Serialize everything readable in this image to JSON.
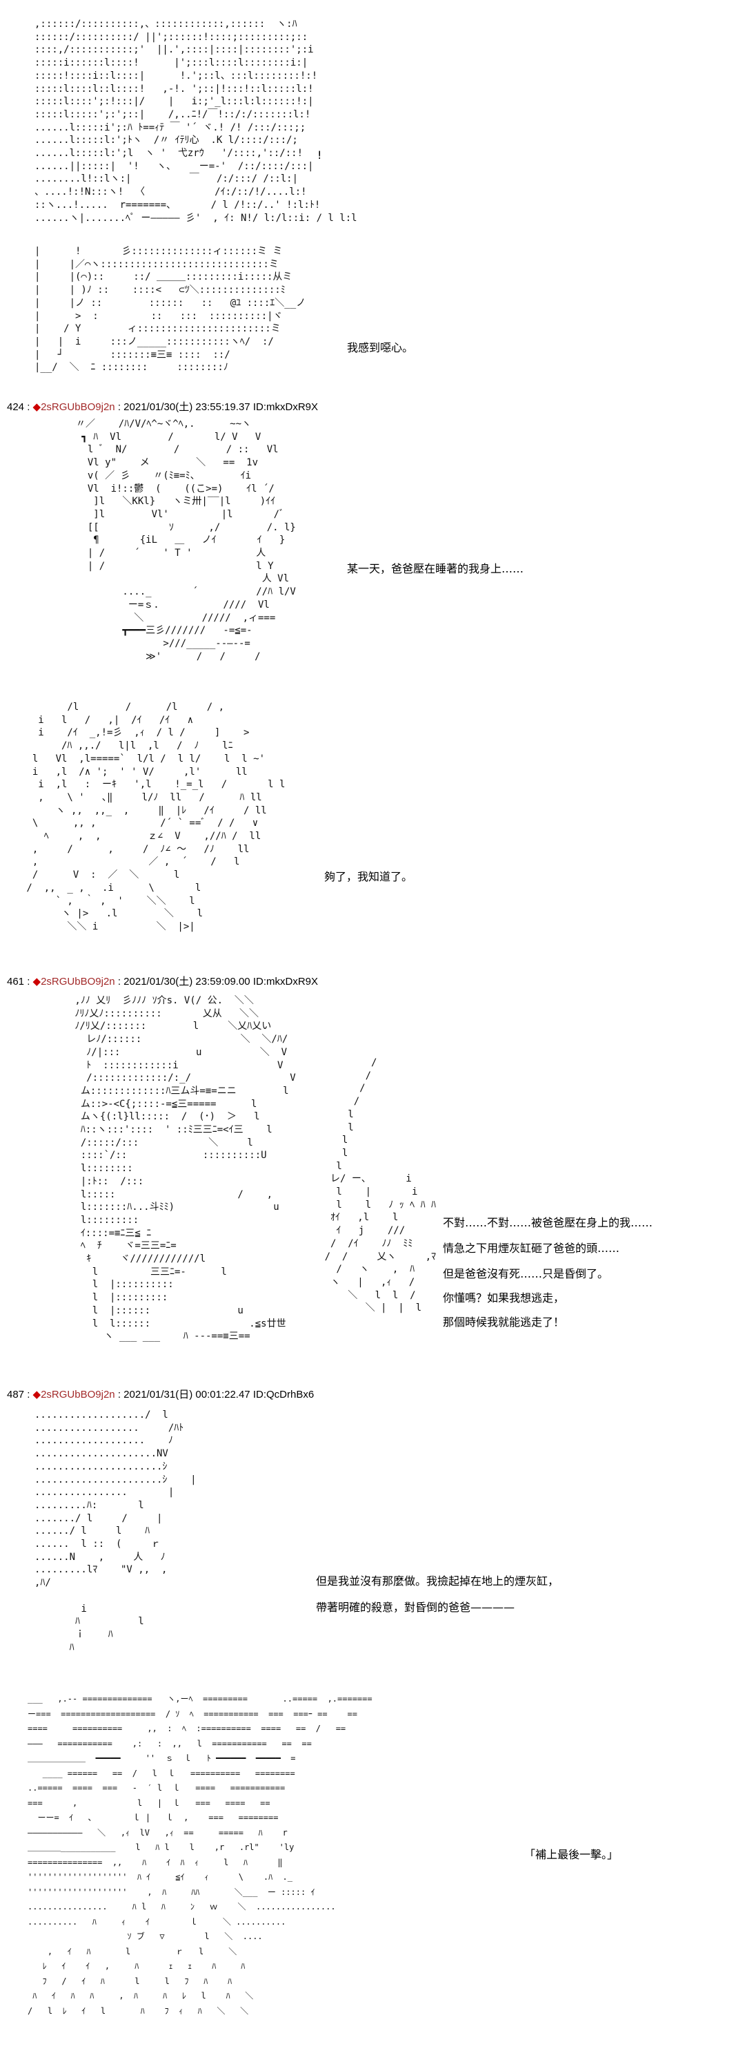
{
  "posts": [
    {
      "number": "424",
      "name": "2sRGUbBO9j2n",
      "date": "2021/01/30(土) 23:55:19.37",
      "id": "ID:mkxDxR9X"
    },
    {
      "number": "461",
      "name": "2sRGUbBO9j2n",
      "date": "2021/01/30(土) 23:59:09.00",
      "id": "ID:mkxDxR9X"
    },
    {
      "number": "487",
      "name": "2sRGUbBO9j2n",
      "date": "2021/01/31(日) 00:01:22.47",
      "id": "ID:QcDrhBx6"
    }
  ],
  "separator": " : ",
  "diamond": "◆",
  "lines": {
    "exclaim": "!",
    "disgusted": "我感到噁心。",
    "one_day": "某一天，爸爸壓在睡著的我身上……",
    "enough": "夠了，我知道了。",
    "p461": [
      "不對……不對……被爸爸壓在身上的我……",
      "情急之下用煙灰缸砸了爸爸的頭……",
      "但是爸爸沒有死……只是昏倒了。",
      "你懂嗎？如果我想逃走，",
      "那個時候我就能逃走了！"
    ],
    "p487": [
      "但是我並沒有那麼做。我撿起掉在地上的煙灰缸，",
      "帶著明確的殺意，對昏倒的爸爸————"
    ],
    "final": "「補上最後一擊。」"
  },
  "art": {
    "a1": [
      ",::::::/::::::::::,、::::::::::::,::::::  ヽ:ﾊ",
      "::::::/::::::::::/ ||';::::::!::::;:::::::::;::",
      "::::,/:::::::::::;'  ||.',::::|::::|::::::::';:i",
      ":::::i::::::l::::!      |';:::l::::l::::::::i:|",
      ":::::!::::i::l::::|      !.';::l、:::l::::::::!:!",
      ":::::l::::l::l::::!   ,-!. ';::|!:::!::l:::::l:!",
      ":::::l::::';:!:::|/    |   i:;'_l:::l:l::::::!:|",
      ":::::l:::::';:';::|    /,..ﾆ!/￣!::/:/:::::::l:!",
      "......l:::::i';:ﾊ ﾄ==ｨﾃ ￣ '´ ヾ.! /! /:::/:::;;",
      "......l:::::l:';ﾄヽ  /〃 ｲﾃﾘ心  .K l/::::/:::/;",
      "......l:::::l:';l  ヽ '  弋zrｳ   '/::::,'::/::!",
      "......||:::::|  '!   ヽ、    ー=-'  /::/::::/:::|",
      "........l!::lヽ:|          ￣   /:/:::/ /::l:|",
      "、....!:!N:::ヽ!  〈            /ｲ:/::/!/....l:!",
      "::ヽ...!.....  r=======、      / l /!::/..' !:l:ﾄ!",
      "......ヽ|.......ﾍﾟ ー――――― 彡'  , ｲ: N!/ l:/l::i: / l l:l"
    ],
    "a2": [
      "|      !       彡::::::::::::::ィ::::::ミ ミ",
      "|     |／⌒ヽ:::::::::::::::::::::::::::::ミ",
      "|     |(⌒)::     ::/ ＿＿＿:::::::::i:::::从ミ",
      "|     | )ﾉ ::    ::::<   ⊂ﾂ＼::::::::::::::ﾐ",
      "|     |ノ ::        ::::::   ::   @ﾕ ::::ｴ＼__ノ",
      "|      >  :         ::   :::  ::::::::::|ヾ",
      "|    / Y        ィ:::::::::::::::::::::::ミ",
      "|   |  i     :::ノ_____:::::::::::ヽﾍ/  :/",
      "|   ┘        :::::::≡三≡ ::::  ::/",
      "|__/  ＼  ﾆ ::::::::     ::::::::ﾉ"
    ],
    "a3": [
      "〃／    /ﾊ/V/ﾍ^~ヾ^ﾍ,.      ~~ヽ",
      " ┓ ﾊ  Vl        /       l/ V   V",
      "  l ﾞ  N/        /        / ::   Vl",
      "  Vl y\"    メ        ＼   ==  1v",
      "  v( ／ 彡    〃(ﾐ≡=ﾐ、       ｲi",
      "  Vl  i!::鬱  (    ((こ>=)    ｲl ´/",
      "   ]l   ＼KKl}   ヽミ卅|‾‾|l     )ｲｲ",
      "   ]l        Vl'         |l       /ﾞ",
      "  [[            ｿ      ,/        /. l}",
      "   ¶       {iL   ＿   ノｲ       ｲ   }",
      "  | /     ´    ' T '           人",
      "  | /                          l Y",
      "                                人 Vl",
      "        ...._       ´          //ﾊ l/V",
      "         ー=ｓ.           ////  Vl",
      "          ＼          /////  ,ィ===",
      "        ┳━━━三彡///////   -=≦=-",
      "               >///_____--―--=",
      "            ≫'      /   /     /"
    ],
    "a4": [
      "        /l        /      /l     / ,",
      "   i   l   /   ,|  /ｲ   /ｲ   ∧",
      "   i    /ｲ  _,!=彡  ,ｨ  / l /     ]    >",
      "       /ﾊ ,,./   l|l  ,l   /  ﾉ    lﾆ",
      "  l   Vl  ,l=====`  l/l /  l l/    l  l ~'",
      "  i   ,l  /∧ ';  ' ' V/     ,l'      ll",
      "   i  ,l   :  ーｷ   ',l    !_=_l   /       l l",
      "   ,    \\ '   ､‖     l/ﾉ  ll   /      ﾊ ll",
      "      ヽ ,,  ,,_  ,     ‖  |ﾚ   /ｲ     / ll",
      "  \\      ,, ,           /´ ` ==ﾞ  / /   ∨",
      "    ﾍ     ,  ,        ｚ∠  V    ,//ﾊ /  ll",
      "  ,     /      ,     /  ﾉ∠ ～   /ﾉ    ll",
      "  ,                   ／ ,  ´    /   l",
      "  /      V  :  ／  ＼      l",
      " /  ,,  _ ,   .i      \\       l",
      "      ` ,  ｀ ,  '    ＼＼    l",
      "       ヽ |>   .l        ＼    l",
      "        ＼＼ i          ＼  |>|"
    ],
    "a5": [
      " ,ﾉﾉ 乂ﾘ  彡ﾉﾉﾉ ｿ介s. V(/ 公.  ＼＼",
      " ﾉﾘﾉ乂ﾉ::::::::::       乂从   ＼＼",
      " ﾉ/ﾘ乂/:::::::        l     ＼乂ﾊ乂い",
      "   レﾉ/::::::                 ＼  ＼/ﾊ/",
      "   ﾉ/|:::             u          ＼  V",
      "   ﾄ  ::::::::::::i                 V",
      "   /:::::::::::::/:_/                 V",
      "  ム:::::::::::::ﾊ三ム斗=≡=ニニ        l",
      "  ム::>-<C{;::::-=≦三=====      l",
      "  ムヽ{(:l}ll:::::  /  (･)  ＞   l",
      "  ﾊ::ヽ:::'::::  ' ::ﾐ三三ﾆ=<ｲ三    l",
      "  /:::::/:::            ＼     l",
      "  ::::`/::             ::::::::::U",
      "  l::::::::",
      "  |:ﾄ::  /:::",
      "  l:::::                     /    ,",
      "  l:::::::ﾊ...斗ﾐﾐ)                 u",
      "  l:::::::::",
      "  ｲ::::=≡ﾆ三≦ ﾆ",
      "  ﾍ  ﾁ    ヾ=三三=ﾆ=",
      "   ｷ     ヾ////////////l",
      "    l         三三ﾆ=-      l",
      "    l  |::::::::::",
      "    l  |:::::::::",
      "    l  |::::::               u",
      "    l  l::::::                 .≦s廿世",
      "      ヽ ___ ___    ﾊ ---==≡三=="
    ],
    "a5b": [
      "              /",
      "             /",
      "            /",
      "           /",
      "          l",
      "          l",
      "         l",
      "         l",
      "        l",
      "       レ/ ー、      i",
      "        l    |       i",
      "        l    l   ﾉ ｯ ﾍ ﾊ ﾊ",
      "       ｵｲ   ,l    l",
      "        ｲ   j    ///",
      "       /  /ｲ    ﾉﾉ  ﾐﾐ",
      "      /  /     乂ヽ     ,ﾏ",
      "        /   ヽ    ,  ﾊ",
      "       ヽ   |   ,ｨ   /",
      "          ＼   l  l  /",
      "             ＼ |  |  l"
    ],
    "a6": [
      ".................../  l",
      "..................     /ﾊﾄ",
      "...................    ﾉ",
      ".....................NV",
      "......................ｼ",
      "......................ｼ    |",
      "................       |",
      ".........ﾊ:       l",
      "......./ l     /     |",
      "....../ l     l    ﾊ",
      "......  l ::  (     ｒ",
      "......N    ,     人   ﾉ",
      ".........lﾏ    \"V ,,  ,",
      ",ﾊ/",
      "",
      "        i",
      "       ﾊ          l",
      "       ｉ    ﾊ",
      "      ﾊ"
    ],
    "a7": [
      "___   ,.-- ==============   ヽ,ーﾍ  =========       ..=====  ,.=======",
      "ー===  ===================  / ｿ  ﾍ  ===========  ===  ===ｰ ==    ==",
      "====     ==========     ,,  :  ﾍ  :==========  ====   ==  /   ==",
      "―――   ===========    ,:   :  ,,   l  ===========   ==  ==",
      "＿＿＿＿＿＿＿  ━━━━━     ''  ｓ  ｌ   ﾄ ━━━━━━  ━━━━━  =",
      "   ____ ======   ==  /   l  ｌ   ==========   ========",
      "..=====  ====  ===   ‐  ′ l  ｌ   ====   ===========",
      "===      ,            l   |  ｌ   ===   ====   ==",
      "  ーー=  ｲ   ､        ｌ |   ｌ  ,    ===   ========",
      "―――――――――――   ＼   ,ｨ  lV   ,ｨ  ==     =====   ﾊ    r",
      "＿＿＿＿___________    l   ﾊ l    l    ,r   .rl\"    'ly",
      "===============  ,,    ﾊ    ｲ  ﾊ  ｨ     l   ﾊ      ‖",
      "''''''''''''''''''''  ﾊ ｲ     ≦ｲ    ｨ      \\    .ﾊ  ._",
      "''''''''''''''''''''    ,  ﾊ     ﾊﾊ       ＼___  ー ::::: ｲ",
      "................     ﾊ l   ﾊ     ﾝ   ｗ    ＼  ................",
      "..........   ﾊ     ｨ    ｲ        ｌ     ＼ ..........",
      "                    ｿ ブ   ▽        l   ＼  ....",
      "    ,   ｲ   ﾊ       l         ｒ   l     ＼",
      "   ﾚ   ｲ    ｲ   ,     ﾊ      ｪ   ｪ    ﾊ     ﾊ",
      "   ﾌ   /   ｲ   ﾊ      l     l   ﾌ   ﾊ    ﾊ",
      " ﾊ   ｲ   ﾊ   ﾊ     ,  ﾊ     ﾊ   ﾚ   l    ﾊ   ＼",
      "/   l  ﾚ   ｲ   l       ﾊ    ﾌ  ｨ   ﾊ   ＼   ＼"
    ]
  }
}
